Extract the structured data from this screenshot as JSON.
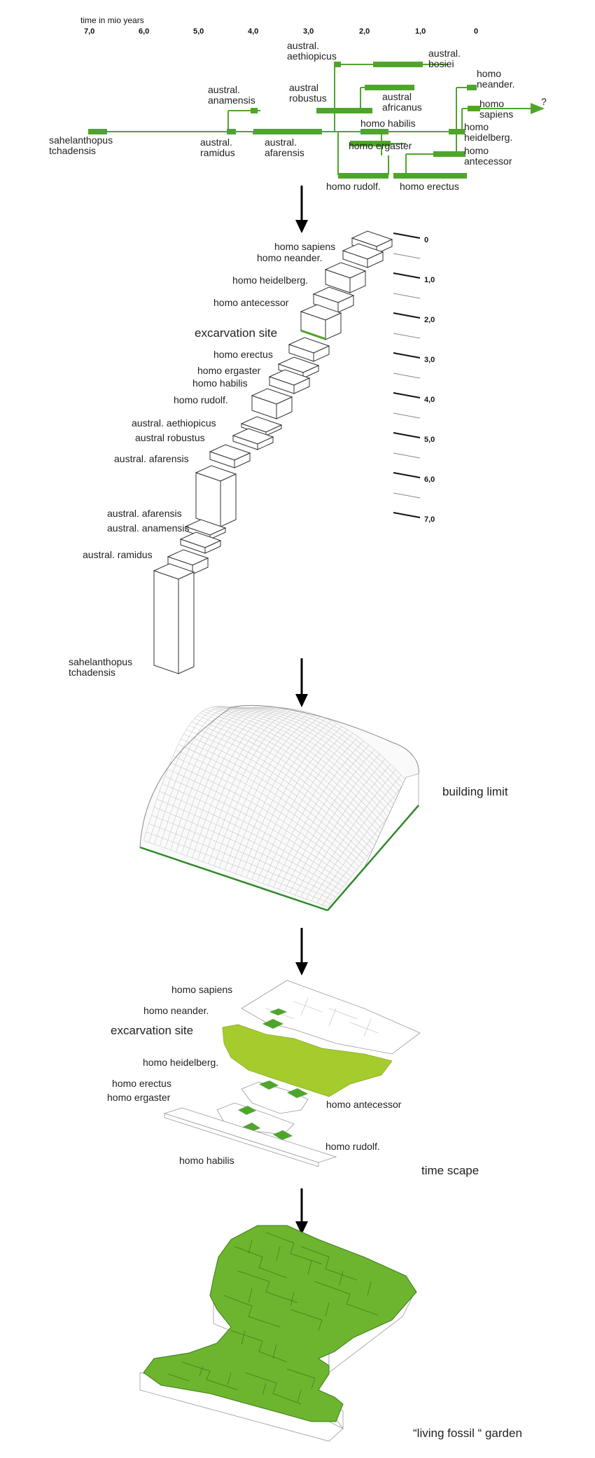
{
  "timeline": {
    "axis_title": "time in mio years",
    "axis_ticks": [
      "7,0",
      "6,0",
      "5,0",
      "4,0",
      "3,0",
      "2,0",
      "1,0",
      "0"
    ],
    "question_mark": "?",
    "species": {
      "sahelanthopus_1": "sahelanthopus",
      "sahelanthopus_2": "tchadensis",
      "ramidus_1": "austral.",
      "ramidus_2": "ramidus",
      "anamensis_1": "austral.",
      "anamensis_2": "anamensis",
      "afarensis_1": "austral.",
      "afarensis_2": "afarensis",
      "robustus_1": "austral",
      "robustus_2": "robustus",
      "aethiopicus_1": "austral.",
      "aethiopicus_2": "aethiopicus",
      "bosiei_1": "austral.",
      "bosiei_2": "bosiei",
      "africanus_1": "austral",
      "africanus_2": "africanus",
      "habilis": "homo habilis",
      "ergaster": "homo ergaster",
      "rudolf": "homo rudolf.",
      "erectus": "homo erectus",
      "neander_1": "homo",
      "neander_2": "neander.",
      "sapiens_1": "homo",
      "sapiens_2": "sapiens",
      "heidelberg_1": "homo",
      "heidelberg_2": "heidelberg.",
      "antecessor_1": "homo",
      "antecessor_2": "antecessor"
    }
  },
  "stair": {
    "labels": {
      "sapiens": "homo sapiens",
      "neander": "homo neander.",
      "heidelberg": "homo heidelberg.",
      "antecessor": "homo antecessor",
      "excavation": "excarvation site",
      "erectus": "homo erectus",
      "ergaster": "homo ergaster",
      "habilis": "homo habilis",
      "rudolf": "homo rudolf.",
      "aethiopicus": "austral. aethiopicus",
      "robustus": "austral robustus",
      "afarensis_1": "austral. afarensis",
      "afarensis_2": "austral. afarensis",
      "anamensis": "austral. anamensis",
      "ramidus": "austral. ramidus",
      "sahel_1": "sahelanthopus",
      "sahel_2": "tchadensis"
    },
    "scale": [
      "0",
      "1,0",
      "2,0",
      "3,0",
      "4,0",
      "5,0",
      "6,0",
      "7,0"
    ]
  },
  "terrain": {
    "label": "building limit"
  },
  "timescape": {
    "caption": "time scape",
    "labels": {
      "sapiens": "homo sapiens",
      "neander": "homo neander.",
      "excavation": "excarvation site",
      "heidelberg": "homo heidelberg.",
      "erectus": "homo erectus",
      "ergaster": "homo ergaster",
      "antecessor": "homo antecessor",
      "rudolf": "homo rudolf.",
      "habilis": "homo habilis"
    }
  },
  "garden": {
    "caption": "“living fossil “ garden"
  },
  "colors": {
    "green": "#4fa52c",
    "lime": "#a5cc2c",
    "grass": "#6db52e",
    "dark_green": "#2e8a2a"
  }
}
